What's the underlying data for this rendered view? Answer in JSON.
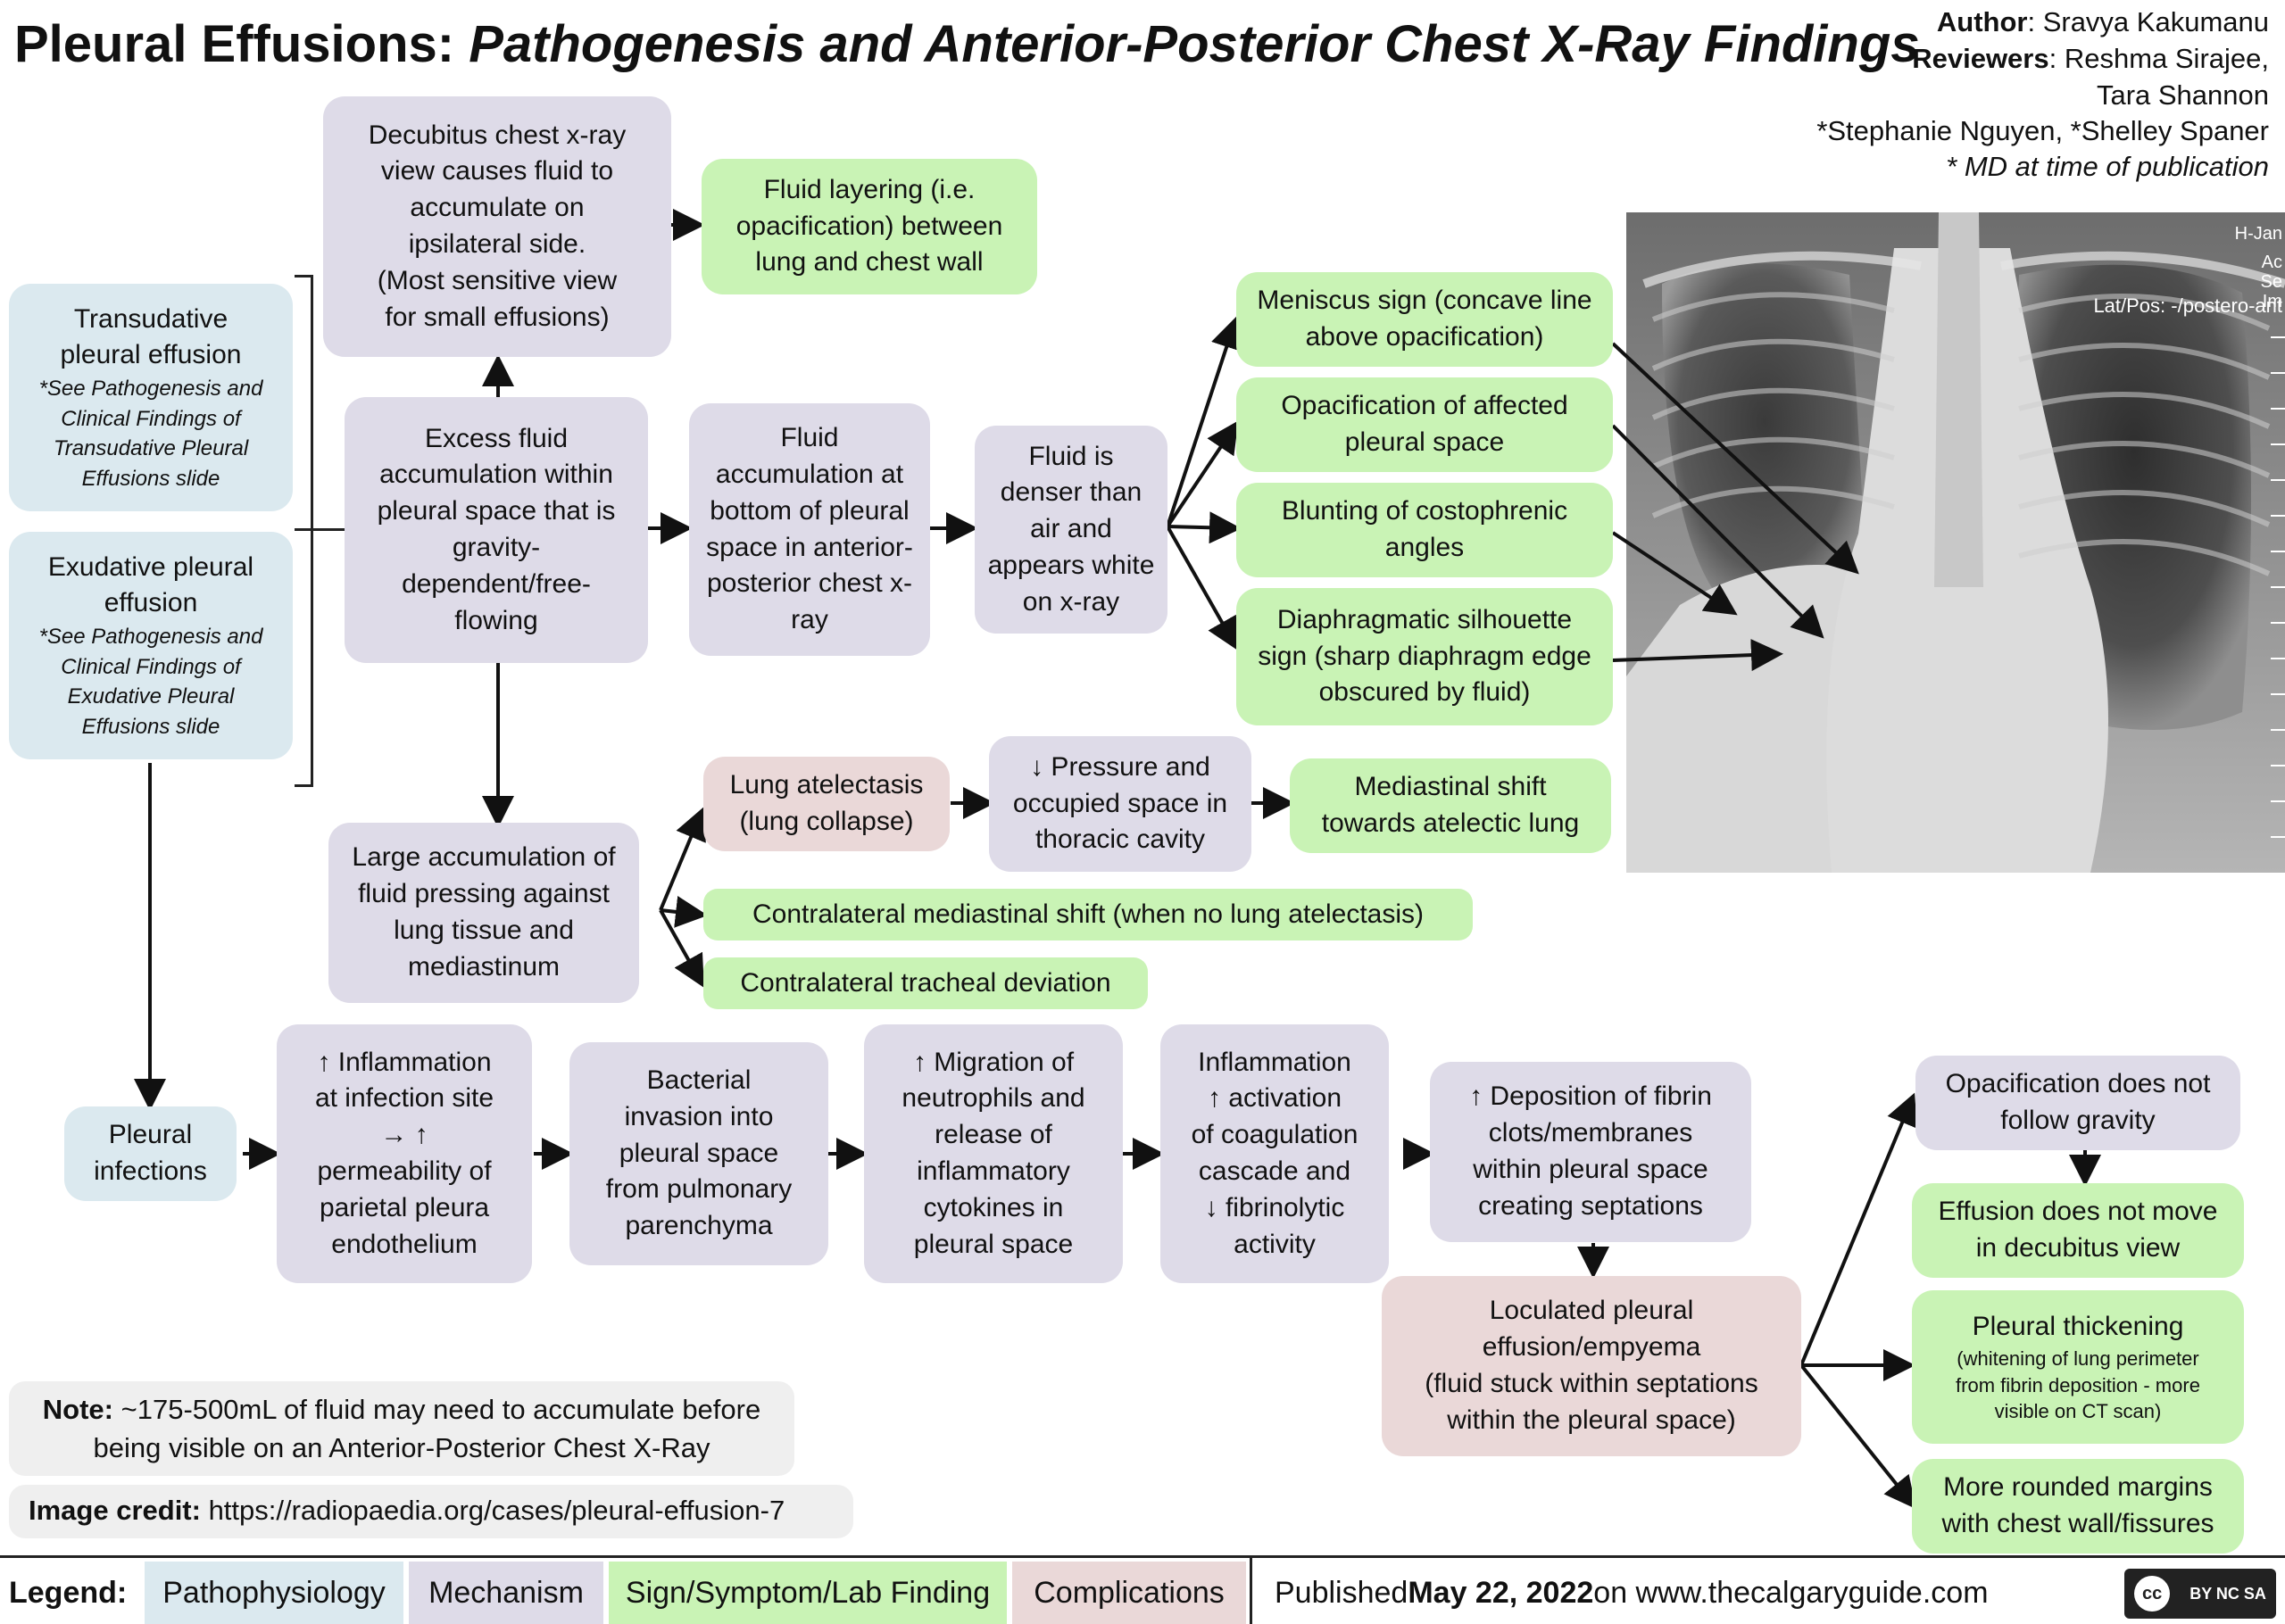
{
  "header": {
    "title_bold": "Pleural Effusions: ",
    "title_italic": "Pathogenesis and Anterior-Posterior Chest X-Ray Findings",
    "author_label": "Author",
    "author_name": ":  Sravya Kakumanu",
    "reviewers_label": "Reviewers",
    "reviewers_line1": ": Reshma Sirajee,",
    "reviewers_line2": "Tara Shannon",
    "reviewers_line3": "*Stephanie Nguyen, *Shelley Spaner",
    "reviewers_note": "* MD at time of publication"
  },
  "xray": {
    "corner_text": "Lat/Pos: -/postero-ant",
    "corner_top": "H-Jan",
    "side_letters": [
      "Ac",
      "Se",
      "Im"
    ]
  },
  "boxes": {
    "transudative": {
      "title": "Transudative\npleural effusion",
      "note": "*See Pathogenesis and Clinical Findings of Transudative Pleural Effusions slide"
    },
    "exudative": {
      "title": "Exudative pleural\neffusion",
      "note": "*See Pathogenesis and Clinical Findings of Exudative Pleural Effusions slide"
    },
    "decubitus": "Decubitus chest x-ray\nview causes fluid to\naccumulate on\nipsilateral side.\n(Most sensitive view\nfor small effusions)",
    "fluid_layering": "Fluid layering (i.e.\nopacification) between\nlung and chest wall",
    "excess_fluid": "Excess fluid\naccumulation within\npleural space that is\ngravity-\ndependent/free-\nflowing",
    "fluid_bottom": "Fluid\naccumulation at\nbottom of pleural\nspace in anterior-\nposterior chest x-\nray",
    "fluid_denser": "Fluid is\ndenser than\nair and\nappears white\non x-ray",
    "meniscus": "Meniscus sign (concave line\nabove opacification)",
    "opacification_affected": "Opacification of affected\npleural space",
    "blunting": "Blunting of costophrenic\nangles",
    "diaphragmatic": "Diaphragmatic silhouette\nsign (sharp diaphragm edge\nobscured by fluid)",
    "lung_atelectasis": "Lung atelectasis\n(lung collapse)",
    "pressure": "↓ Pressure and\noccupied space in\nthoracic cavity",
    "mediastinal_shift": "Mediastinal shift\ntowards atelectic lung",
    "large_accumulation": "Large accumulation of\nfluid pressing against\nlung tissue and\nmediastinum",
    "contralateral_shift": "Contralateral mediastinal shift (when no lung atelectasis)",
    "contralateral_tracheal": "Contralateral tracheal deviation",
    "pleural_infections": "Pleural\ninfections",
    "inflammation_site": "↑ Inflammation\nat infection site\n→ ↑\npermeability of\nparietal pleura\nendothelium",
    "bacterial": "Bacterial\ninvasion into\npleural space\nfrom pulmonary\nparenchyma",
    "migration": "↑ Migration of\nneutrophils and\nrelease of\ninflammatory\ncytokines in\npleural space",
    "coagulation": "Inflammation\n↑ activation\nof coagulation\ncascade and\n↓ fibrinolytic\nactivity",
    "fibrin": "↑ Deposition of fibrin\nclots/membranes\nwithin pleural space\ncreating septations",
    "loculated": "Loculated pleural\neffusion/empyema\n(fluid stuck within septations\nwithin the pleural space)",
    "opac_no_gravity": "Opacification does not\nfollow gravity",
    "no_move": "Effusion does not move\nin decubitus view",
    "thickening_title": "Pleural thickening",
    "thickening_note": "(whitening of lung perimeter\nfrom fibrin deposition - more\nvisible on CT scan)",
    "rounded": "More rounded margins\nwith chest wall/fissures"
  },
  "note": {
    "label": "Note:",
    "text": " ~175-500mL of fluid may need to accumulate before",
    "text2": "being visible on an Anterior-Posterior Chest X-Ray"
  },
  "credit": {
    "label": "Image credit:",
    "text": " https://radiopaedia.org/cases/pleural-effusion-7"
  },
  "legend": {
    "label": "Legend:",
    "items": [
      "Pathophysiology",
      "Mechanism",
      "Sign/Symptom/Lab Finding",
      "Complications"
    ],
    "published_prefix": "Published ",
    "published_date": "May 22, 2022",
    "published_suffix": " on www.thecalgaryguide.com",
    "license": "BY NC SA"
  },
  "colors": {
    "pathophysiology": "#dbe9ef",
    "mechanism": "#dedbe8",
    "sign": "#c9f3b5",
    "complications": "#ead8d8"
  }
}
